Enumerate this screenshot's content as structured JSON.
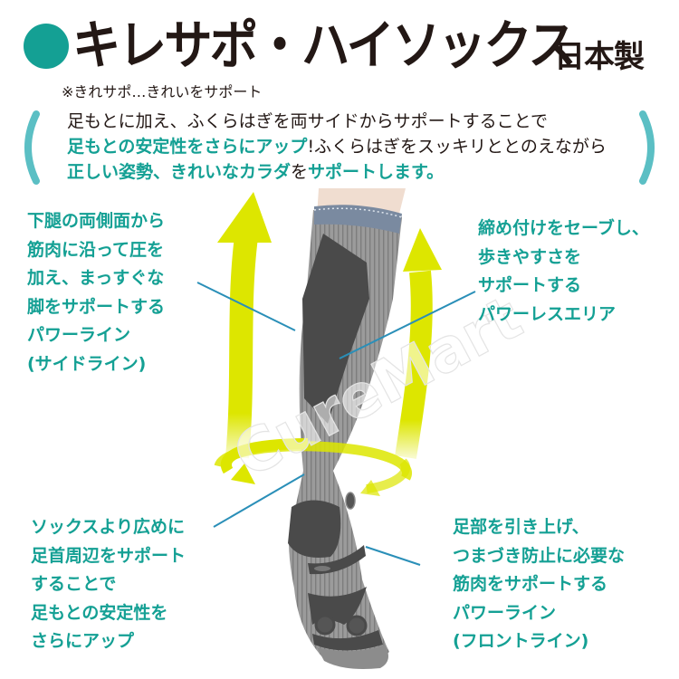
{
  "header": {
    "title": "キレサポ・ハイソックス",
    "made_in": "日本製",
    "note": "※きれサポ…きれいをサポート",
    "accent_color": "#14a094",
    "bracket_color": "#5bbfc4"
  },
  "intro": {
    "line1": "足もとに加え、ふくらはぎを両サイドからサポートすることで",
    "line2_hl": "足もとの安定性をさらにアップ",
    "line2_rest": "!ふくらはぎをスッキリととのえながら",
    "line3_hl1": "正しい姿勢、きれいなカラダ",
    "line3_mid": "を",
    "line3_hl2": "サポートします。"
  },
  "callouts": {
    "side_line": [
      "下腿の両側面から",
      "筋肉に沿って圧を",
      "加え、まっすぐな",
      "脚をサポートする",
      "パワーライン",
      "(サイドライン)"
    ],
    "powerless_area": [
      "締め付けをセーブし、",
      "歩きやすさを",
      "サポートする",
      "パワーレスエリア"
    ],
    "ankle": [
      "ソックスより広めに",
      "足首周辺をサポート",
      "することで",
      "足もとの安定性を",
      "さらにアップ"
    ],
    "front_line": [
      "足部を引き上げ、",
      "つまづき防止に必要な",
      "筋肉をサポートする",
      "パワーライン",
      "(フロントライン)"
    ]
  },
  "watermark": "CureMart",
  "colors": {
    "sock_light": "#9a9a9a",
    "sock_dark": "#4a4a4a",
    "arrow": "#dde600",
    "leader_line": "#2a8fb8"
  }
}
